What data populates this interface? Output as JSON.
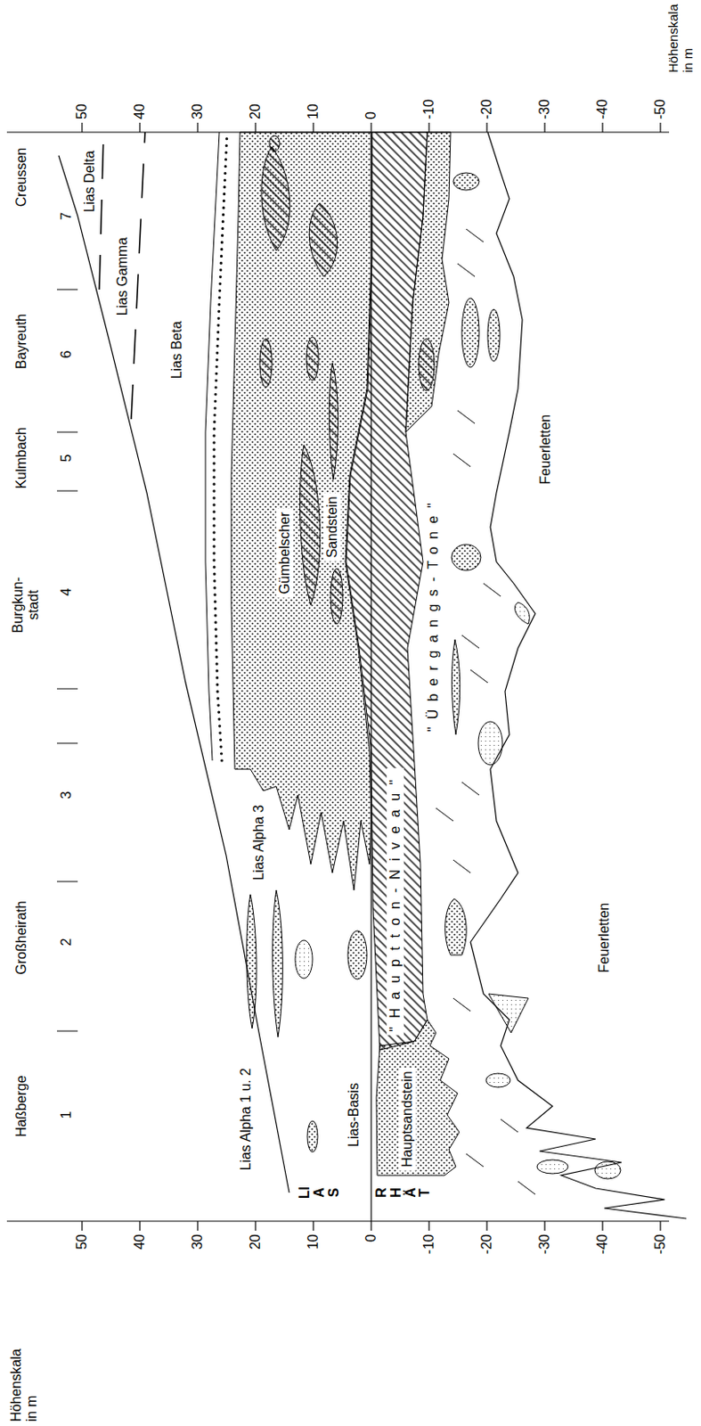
{
  "diagram": {
    "labels": [
      "Höhenskala in m",
      "50",
      "40",
      "30",
      "20",
      "10",
      "0",
      "-10",
      "-20",
      "-30",
      "-40",
      "-50",
      "Höhenskala in m",
      "50",
      "40",
      "30",
      "20",
      "10",
      "0",
      "-10",
      "-20",
      "-30",
      "-40",
      "-50",
      "Haßberge",
      "Großheirath",
      "Burgkun- stadt",
      "Kulmbach",
      "Bayreuth",
      "Creussen",
      "1",
      "2",
      "3",
      "4",
      "5",
      "6",
      "7",
      "Lias Delta",
      "Lias Gamma",
      "Lias Beta",
      "Lias Alpha 3",
      "Lias Alpha 1 u. 2",
      "Gümbelscher",
      "Sandstein",
      "Lias-Basis",
      "Hauptsandstein",
      "\"Hauptton-Niveau\"",
      "\"Übergangs-Tone\"",
      "Feuerletten",
      "Feuerletten",
      "LIAS",
      "RHÄT"
    ]
  }
}
